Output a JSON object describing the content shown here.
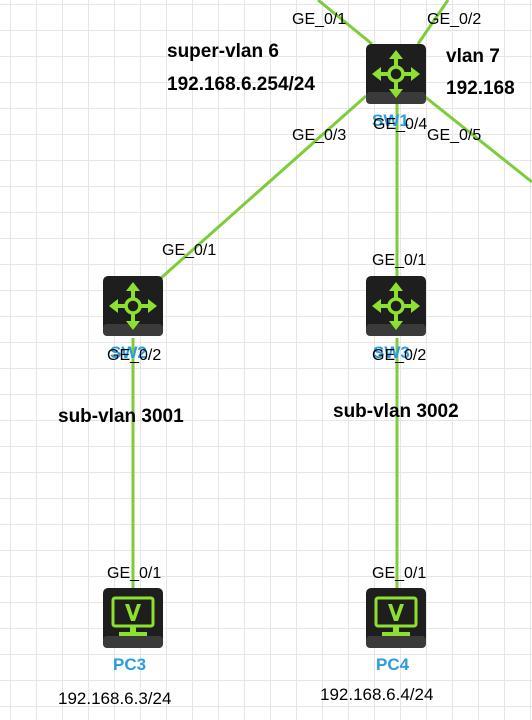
{
  "colors": {
    "link": "#7fcc3a",
    "device_body": "#1e1e1e",
    "device_glyph": "#8ee02f",
    "device_name": "#2a9de0",
    "grid": "#e6e6e6"
  },
  "devices": {
    "sw1": {
      "name": "SW1",
      "icon": "router-switch-icon"
    },
    "sw2": {
      "name": "SW2",
      "icon": "router-switch-icon"
    },
    "sw3": {
      "name": "SW3",
      "icon": "router-switch-icon"
    },
    "pc3": {
      "name": "PC3",
      "icon": "pc-monitor-icon",
      "ip": "192.168.6.3/24"
    },
    "pc4": {
      "name": "PC4",
      "icon": "pc-monitor-icon",
      "ip": "192.168.6.4/24"
    }
  },
  "ports": {
    "sw1_ge01": "GE_0/1",
    "sw1_ge02": "GE_0/2",
    "sw1_ge03": "GE_0/3",
    "sw1_ge04": "GE_0/4",
    "sw1_ge05": "GE_0/5",
    "sw2_ge01": "GE_0/1",
    "sw2_ge02": "GE_0/2",
    "sw3_ge01": "GE_0/1",
    "sw3_ge02": "GE_0/2",
    "pc3_ge01": "GE_0/1",
    "pc4_ge01": "GE_0/1"
  },
  "annotations": {
    "super_vlan": "super-vlan 6",
    "super_vlan_ip": "192.168.6.254/24",
    "vlan7": "vlan 7",
    "vlan7_ip": "192.168",
    "sub_vlan_3001": "sub-vlan 3001",
    "sub_vlan_3002": "sub-vlan 3002"
  }
}
